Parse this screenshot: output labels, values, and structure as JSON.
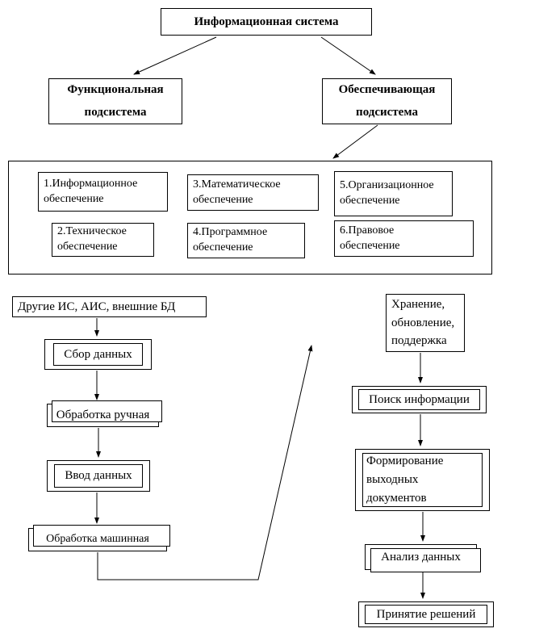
{
  "colors": {
    "line": "#000000",
    "background": "#ffffff",
    "text": "#000000"
  },
  "hierarchy": {
    "root": "Информационная система",
    "functional": "Функциональная\nподсистема",
    "providing": "Обеспечивающая\nподсистема"
  },
  "support": {
    "item1": "1.Информационное\nобеспечение",
    "item2": "2.Техническое\nобеспечение",
    "item3": "3.Математическое\nобеспечение",
    "item4": "4.Программное\nобеспечение",
    "item5": "5.Организационное\nобеспечение",
    "item6": "6.Правовое\nобеспечение"
  },
  "flow": {
    "sources": "Другие ИС, АИС, внешние БД",
    "collect": "Сбор данных",
    "manual": "Обработка ручная",
    "input": "Ввод данных",
    "machine": "Обработка машинная",
    "storage": "Хранение,\nобновление,\nподдержка",
    "search": "Поиск информации",
    "output_docs": "Формирование\nвыходных\nдокументов",
    "analysis": "Анализ данных",
    "decision": "Принятие решений"
  }
}
